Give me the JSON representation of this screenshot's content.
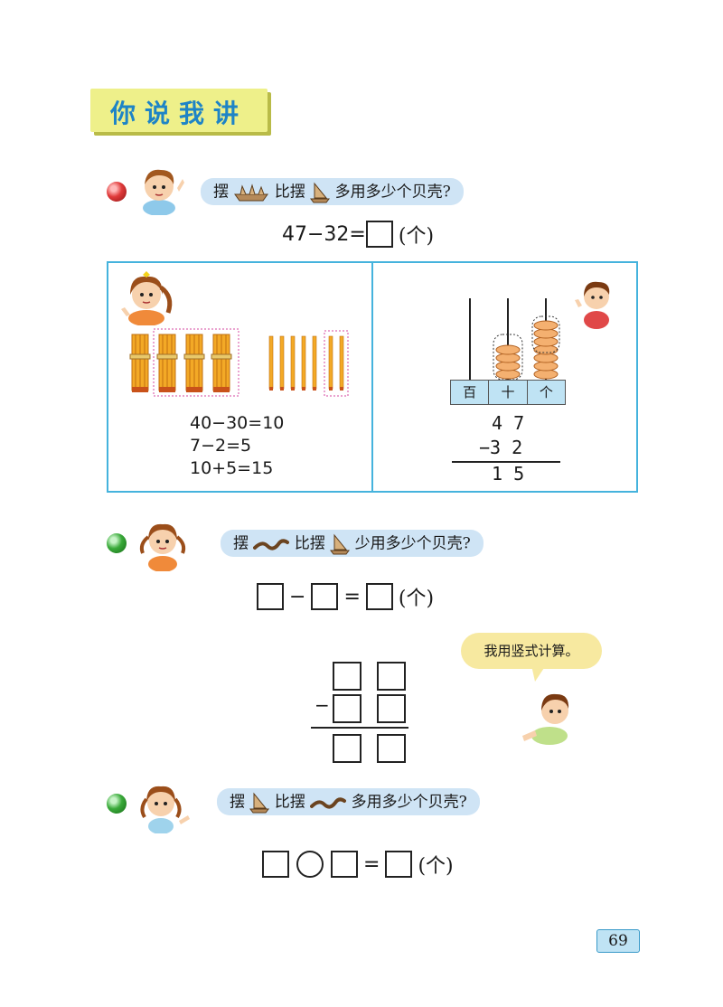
{
  "header": {
    "title": "你说我讲"
  },
  "q1": {
    "bubble_prefix": "摆",
    "bubble_middle": "比摆",
    "bubble_suffix": "多用多少个贝壳?",
    "equation": "47−32=",
    "unit": "(个)"
  },
  "panel": {
    "left_calc": [
      "40−30=10",
      "7−2=5",
      "10+5=15"
    ],
    "abacus_labels": [
      "百",
      "十",
      "个"
    ],
    "vertical": {
      "top": "4 7",
      "minus": "−3 2",
      "result": "1 5"
    }
  },
  "q2": {
    "bubble_prefix": "摆",
    "bubble_middle": "比摆",
    "bubble_suffix": "少用多少个贝壳?",
    "op1": "−",
    "op2": "=",
    "unit": "(个)",
    "speech": "我用竖式计算。",
    "vertical_minus": "−"
  },
  "q3": {
    "bubble_prefix": "摆",
    "bubble_middle": "比摆",
    "bubble_suffix": "多用多少个贝壳?",
    "op2": "=",
    "unit": "(个)"
  },
  "page_number": "69",
  "colors": {
    "banner": "#eef08a",
    "title": "#1e84c6",
    "panel_border": "#45b3dd",
    "bubble": "#cfe4f5"
  }
}
